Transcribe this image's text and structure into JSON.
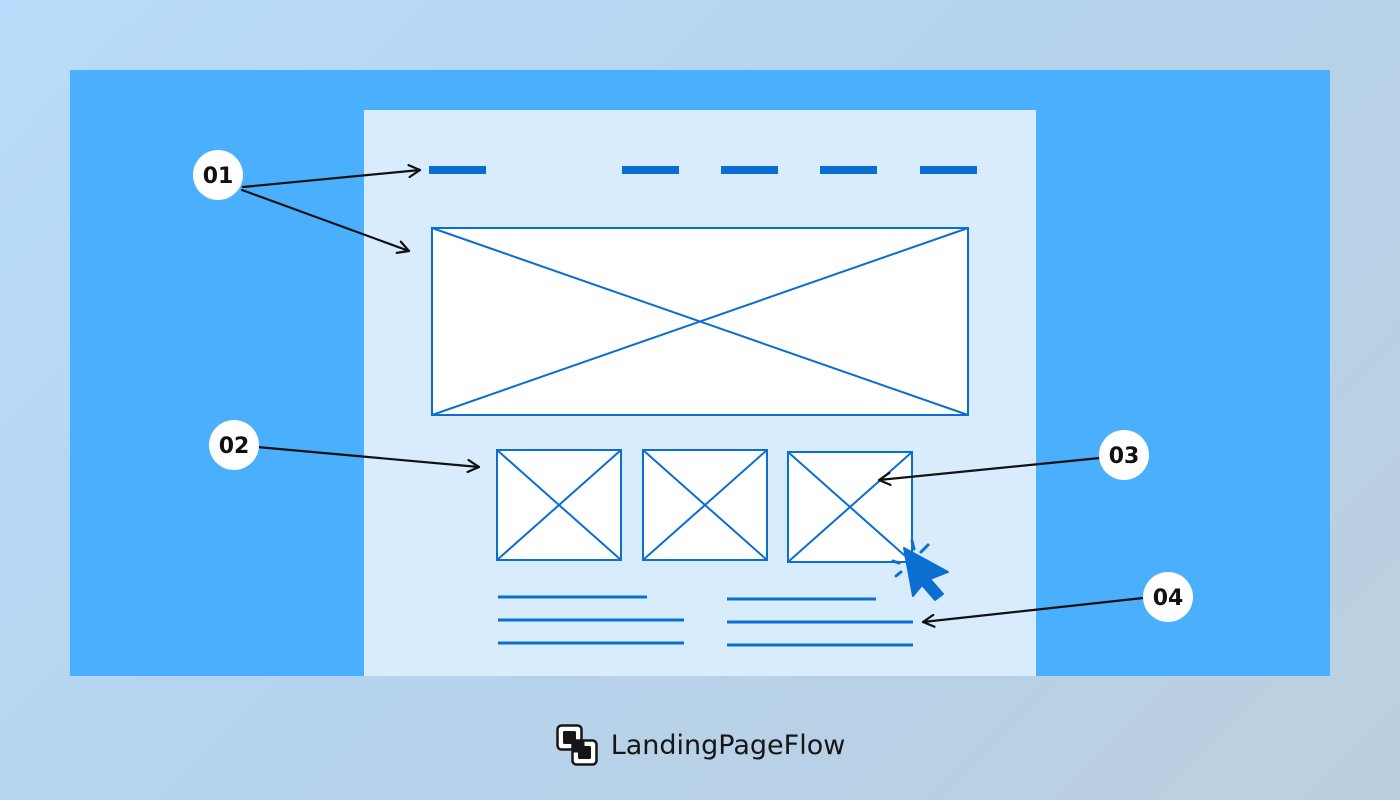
{
  "colors": {
    "outer_frame": "#4aaffd",
    "page_bg": "#d8ecfd",
    "wire": "#0a6fd1",
    "arrow": "#111111",
    "badge": "#ffffff"
  },
  "callouts": {
    "c01": "01",
    "c02": "02",
    "c03": "03",
    "c04": "04"
  },
  "brand": {
    "name": "LandingPageFlow",
    "icon": "landingpageflow-logo-icon"
  },
  "icons": {
    "cursor": "mouse-pointer-click-icon"
  }
}
